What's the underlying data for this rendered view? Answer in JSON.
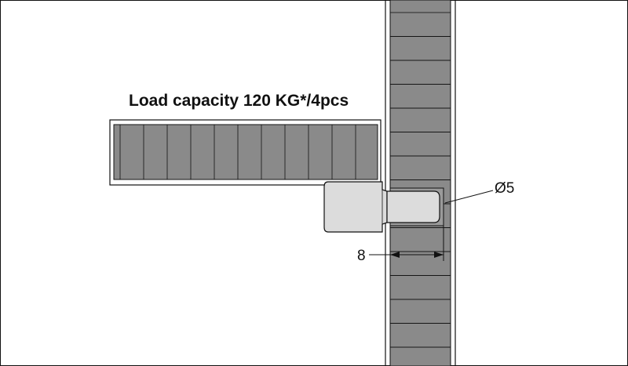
{
  "title": "Load capacity 120 KG*/4pcs",
  "dimensions": {
    "depth_label": "8",
    "diameter_label": "Ø5"
  },
  "colors": {
    "wall_fill": "#8a8a8a",
    "shelf_fill": "#8a8a8a",
    "pin_fill": "#dcdcdc",
    "line": "#111111",
    "background": "#ffffff"
  }
}
